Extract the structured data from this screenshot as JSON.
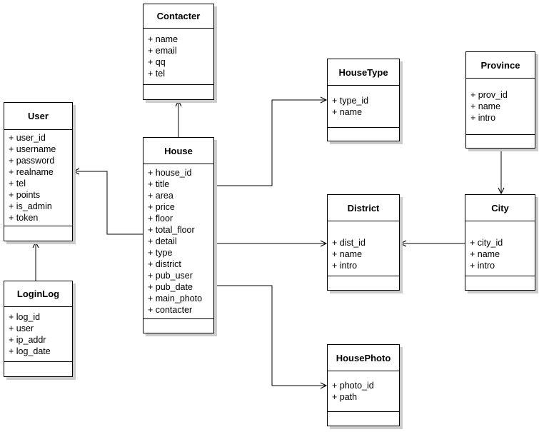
{
  "diagram": {
    "kind": "uml-class-diagram",
    "colors": {
      "background": "#ffffff",
      "box_fill": "#ffffff",
      "box_border": "#000000",
      "line": "#000000",
      "shadow": "#cccccc"
    }
  },
  "entities": {
    "contacter": {
      "title": "Contacter",
      "attributes": [
        "+ name",
        "+ email",
        "+ qq",
        "+ tel"
      ]
    },
    "user": {
      "title": "User",
      "attributes": [
        "+ user_id",
        "+ username",
        "+ password",
        "+ realname",
        "+ tel",
        "+ points",
        "+ is_admin",
        "+ token"
      ]
    },
    "loginlog": {
      "title": "LoginLog",
      "attributes": [
        "+ log_id",
        "+ user",
        "+ ip_addr",
        "+ log_date"
      ]
    },
    "house": {
      "title": "House",
      "attributes": [
        "+ house_id",
        "+ title",
        "+ area",
        "+ price",
        "+ floor",
        "+ total_floor",
        "+ detail",
        "+ type",
        "+ district",
        "+ pub_user",
        "+ pub_date",
        "+ main_photo",
        "+ contacter"
      ]
    },
    "housetype": {
      "title": "HouseType",
      "attributes": [
        "+ type_id",
        "+ name"
      ]
    },
    "province": {
      "title": "Province",
      "attributes": [
        "+ prov_id",
        "+ name",
        "+ intro"
      ]
    },
    "district": {
      "title": "District",
      "attributes": [
        "+ dist_id",
        "+ name",
        "+ intro"
      ]
    },
    "city": {
      "title": "City",
      "attributes": [
        "+ city_id",
        "+ name",
        "+ intro"
      ]
    },
    "housephoto": {
      "title": "HousePhoto",
      "attributes": [
        "+ photo_id",
        "+ path"
      ]
    }
  },
  "relationships": [
    {
      "from": "House",
      "to": "Contacter"
    },
    {
      "from": "House",
      "to": "User"
    },
    {
      "from": "House",
      "to": "HouseType"
    },
    {
      "from": "House",
      "to": "District"
    },
    {
      "from": "House",
      "to": "HousePhoto"
    },
    {
      "from": "LoginLog",
      "to": "User"
    },
    {
      "from": "City",
      "to": "District"
    },
    {
      "from": "Province",
      "to": "City"
    }
  ]
}
